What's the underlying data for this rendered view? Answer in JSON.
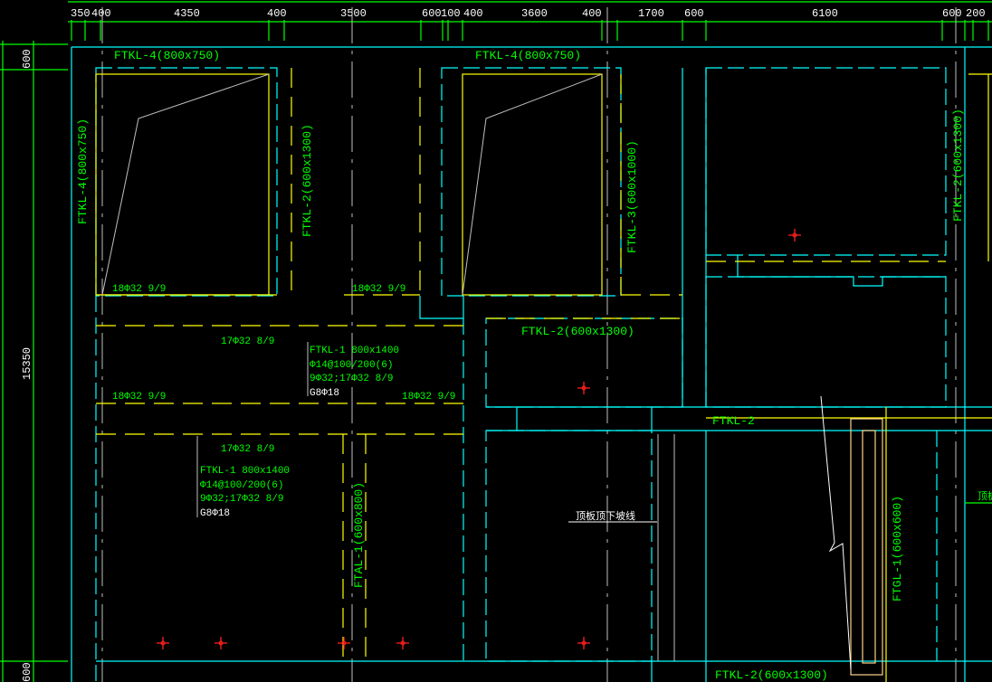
{
  "top_dimensions": [
    "350",
    "400",
    "4350",
    "400",
    "3500",
    "600",
    "100",
    "400",
    "3600",
    "400",
    "1700",
    "600",
    "6100",
    "600",
    "200"
  ],
  "left_dimensions": [
    "600",
    "15350",
    "600"
  ],
  "beam_labels": {
    "ftkl4_a": "FTKL-4(800x750)",
    "ftkl4_b": "FTKL-4(800x750)",
    "ftkl4_v": "FTKL-4(800x750)",
    "ftkl2_v1": "FTKL-2(600x1300)",
    "ftkl3_v": "FTKL-3(600x1000)",
    "ftkl2_v2": "FTKL-2(600x1300)",
    "ftkl2_mid": "FTKL-2(600x1300)",
    "ftkl2_short": "FTKL-2",
    "ftal1_v": "FTAL-1(600x800)",
    "ftgl1_v": "FTGL-1(600x600)",
    "ftkl2_bottom": "FTKL-2(600x1300)"
  },
  "rebar_labels": {
    "r1": "18Φ32 9/9",
    "r2": "18Φ32 9/9",
    "r3": "18Φ32 9/9",
    "r4": "18Φ32 9/9",
    "r5": "17Φ32 8/9",
    "r6": "17Φ32 8/9"
  },
  "annotation_1": {
    "title": "FTKL-1 800x1400",
    "stirrup": "Φ14@100/200(6)",
    "main": "9Φ32;17Φ32 8/9",
    "side": "G8Φ18"
  },
  "annotation_2": {
    "title": "FTKL-1 800x1400",
    "stirrup": "Φ14@100/200(6)",
    "main": "9Φ32;17Φ32 8/9",
    "side": "G8Φ18"
  },
  "slope_note": "顶板顶下坡线",
  "right_partial_note": "顶板",
  "colors": {
    "beam_text": "#00ff00",
    "outline": "#00ffff",
    "rebar": "#ffff00",
    "background": "#000000",
    "marker": "#ff2020"
  }
}
